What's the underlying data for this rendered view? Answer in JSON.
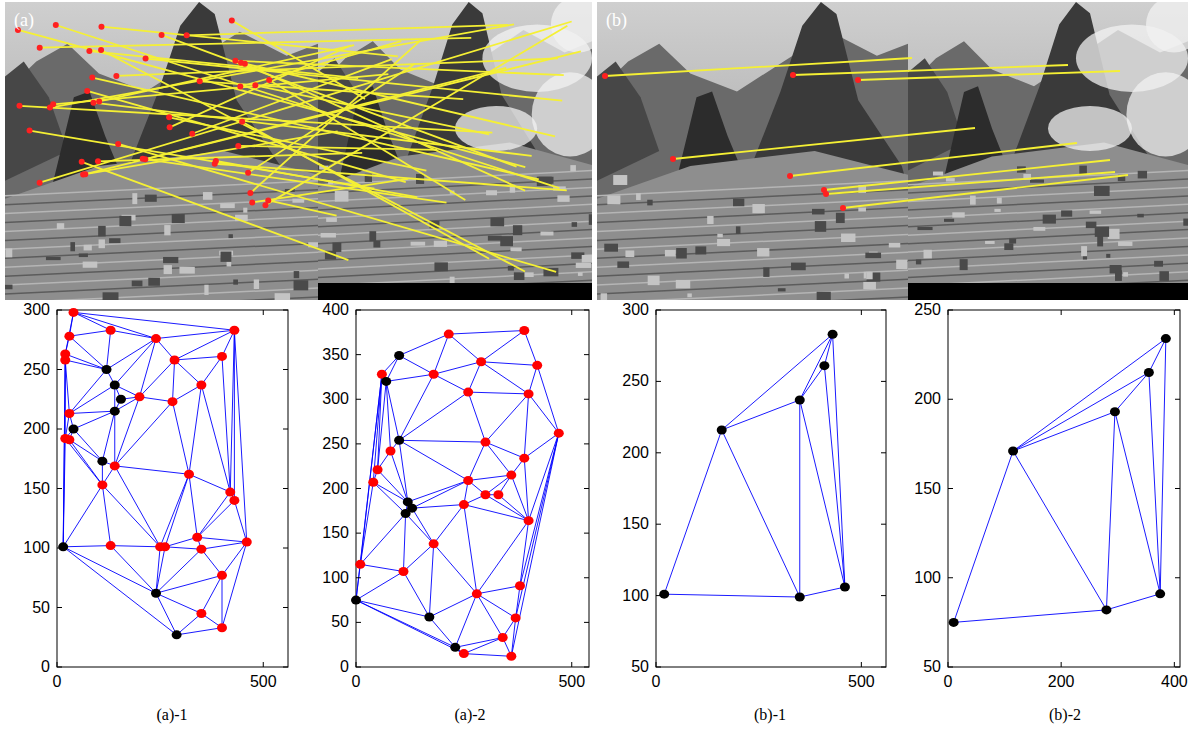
{
  "diagram": {
    "labels": [
      "(a)",
      "(b)",
      "0",
      "50",
      "100",
      "150",
      "200",
      "250",
      "300",
      "0",
      "500",
      "0",
      "50",
      "100",
      "150",
      "200",
      "250",
      "300",
      "350",
      "400",
      "0",
      "500",
      "50",
      "100",
      "150",
      "200",
      "250",
      "300",
      "0",
      "500",
      "50",
      "100",
      "150",
      "200",
      "250",
      "0",
      "200",
      "400",
      "(a)-1",
      "(a)-2",
      "(b)-1",
      "(b)-2"
    ]
  }
}
